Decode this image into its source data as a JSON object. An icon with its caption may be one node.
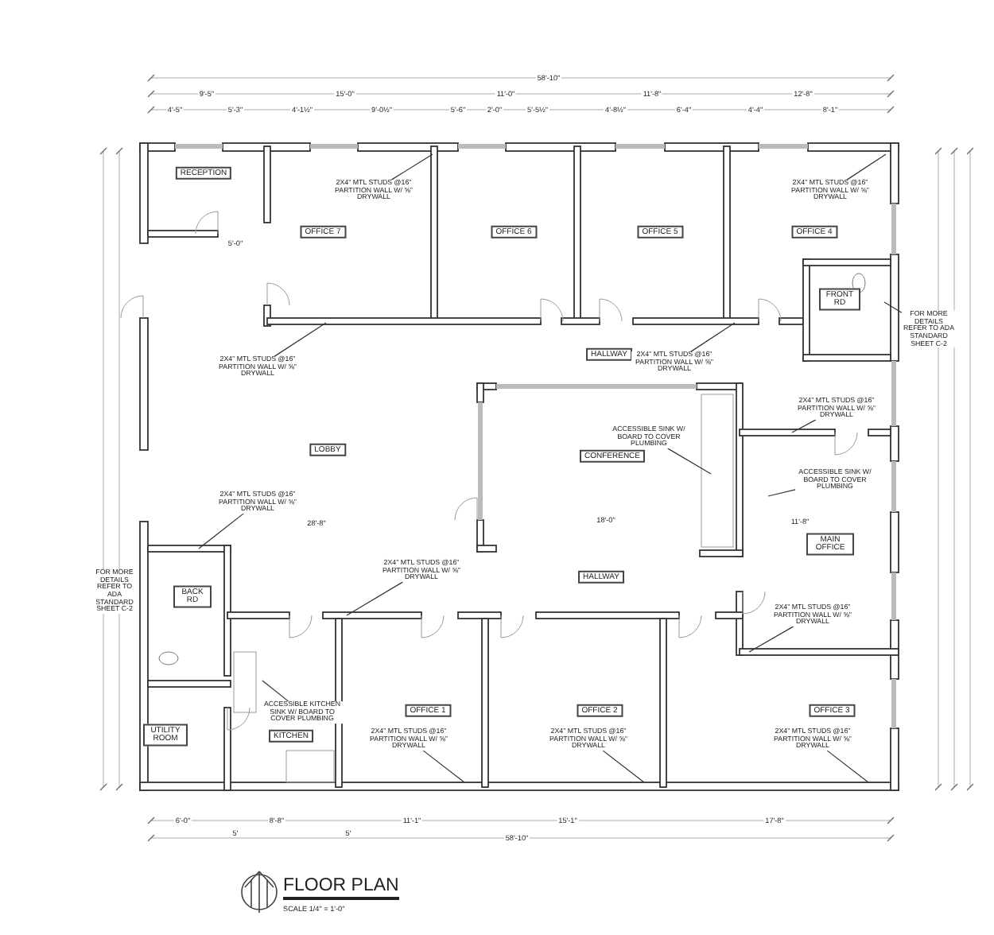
{
  "diagram": {
    "title": "FLOOR PLAN",
    "caption": "SCALE 1/4\" = 1'-0\"",
    "nodes": [
      {
        "text": [
          "RECEPTION"
        ]
      },
      {
        "text": [
          "OFFICE 7"
        ]
      },
      {
        "text": [
          "OFFICE 6"
        ]
      },
      {
        "text": [
          "OFFICE 5"
        ]
      },
      {
        "text": [
          "OFFICE 4"
        ]
      },
      {
        "text": [
          "FRONT RD"
        ]
      },
      {
        "text": [
          "HALLWAY"
        ]
      },
      {
        "text": [
          "LOBBY"
        ]
      },
      {
        "text": [
          "CONFERENCE"
        ]
      },
      {
        "text": [
          "MAIN OFFICE"
        ]
      },
      {
        "text": [
          "HALLWAY"
        ]
      },
      {
        "text": [
          "BACK RD"
        ]
      },
      {
        "text": [
          "UTILITY ROOM"
        ]
      },
      {
        "text": [
          "KITCHEN"
        ]
      },
      {
        "text": [
          "OFFICE 1"
        ]
      },
      {
        "text": [
          "OFFICE 2"
        ]
      },
      {
        "text": [
          "OFFICE 3"
        ]
      },
      {
        "text": [
          "2X4\" MTL STUDS @16\" PARTITION WALL W/ ⅝\" DRYWALL"
        ]
      },
      {
        "text": [
          "2X4\" MTL STUDS @16\" PARTITION WALL W/ ⅝\" DRYWALL"
        ]
      },
      {
        "text": [
          "2X4\" MTL STUDS @16\" PARTITION WALL W/ ⅝\" DRYWALL"
        ]
      },
      {
        "text": [
          "2X4\" MTL STUDS @16\" PARTITION WALL W/ ⅝\" DRYWALL"
        ]
      },
      {
        "text": [
          "2X4\" MTL STUDS @16\" PARTITION WALL W/ ⅝\" DRYWALL"
        ]
      },
      {
        "text": [
          "ACCESSIBLE SINK W/ BOARD TO COVER PLUMBING"
        ]
      },
      {
        "text": [
          "ACCESSIBLE SINK W/ BOARD TO COVER PLUMBING"
        ]
      },
      {
        "text": [
          "2X4\" MTL STUDS @16\" PARTITION WALL W/ ⅝\" DRYWALL"
        ]
      },
      {
        "text": [
          "2X4\" MTL STUDS @16\" PARTITION WALL W/ ⅝\" DRYWALL"
        ]
      },
      {
        "text": [
          "2X4\" MTL STUDS @16\" PARTITION WALL W/ ⅝\" DRYWALL"
        ]
      },
      {
        "text": [
          "ACCESSIBLE KITCHEN SINK W/ BOARD TO COVER PLUMBING"
        ]
      },
      {
        "text": [
          "2X4\" MTL STUDS @16\" PARTITION WALL W/ ⅝\" DRYWALL"
        ]
      },
      {
        "text": [
          "2X4\" MTL STUDS @16\" PARTITION WALL W/ ⅝\" DRYWALL"
        ]
      },
      {
        "text": [
          "2X4\" MTL STUDS @16\" PARTITION WALL W/ ⅝\" DRYWALL"
        ]
      },
      {
        "text": [
          "FOR MORE DETAILS REFER TO ADA STANDARD SHEET C-2"
        ]
      },
      {
        "text": [
          "FOR MORE DETAILS REFER TO ADA STANDARD SHEET C-2"
        ]
      }
    ],
    "edges": [
      {
        "from": 17,
        "to": null,
        "arrow": "none"
      },
      {
        "from": 18,
        "to": null,
        "arrow": "none"
      },
      {
        "from": 19,
        "to": null,
        "arrow": "none"
      },
      {
        "from": 20,
        "to": null,
        "arrow": "none"
      },
      {
        "from": 21,
        "to": null,
        "arrow": "none"
      },
      {
        "from": 22,
        "to": null,
        "arrow": "none"
      },
      {
        "from": 23,
        "to": null,
        "arrow": "none"
      },
      {
        "from": 24,
        "to": null,
        "arrow": "none"
      },
      {
        "from": 25,
        "to": null,
        "arrow": "none"
      },
      {
        "from": 26,
        "to": null,
        "arrow": "none"
      },
      {
        "from": 27,
        "to": null,
        "arrow": "none"
      },
      {
        "from": 28,
        "to": null,
        "arrow": "none"
      },
      {
        "from": 29,
        "to": null,
        "arrow": "none"
      },
      {
        "from": 30,
        "to": null,
        "arrow": "none"
      },
      {
        "from": 31,
        "to": null,
        "arrow": "none"
      }
    ],
    "labels": [
      "58'-10\"",
      "9'-5\"",
      "15'-0\"",
      "11'-0\"",
      "11'-8\"",
      "12'-8\"",
      "4'-5\"",
      "5'-3\"",
      "4'-1½\"",
      "9'-0½\"",
      "5'-6\"",
      "2'-0\"",
      "5'-5½\"",
      "4'-8½\"",
      "6'-4\"",
      "4'-4\"",
      "8'-1\"",
      "5'-0\"",
      "28'-8\"",
      "18'-0\"",
      "11'-8\"",
      "6'-0\"",
      "8'-8\"",
      "11'-1\"",
      "15'-1\"",
      "17'-8\"",
      "5'",
      "5'",
      "58'-10\""
    ]
  }
}
